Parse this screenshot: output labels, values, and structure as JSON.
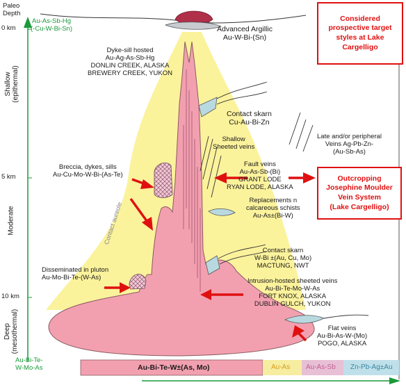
{
  "axis": {
    "paleo_depth": "Paleo\nDepth",
    "top_elements": "Au-As-Sb-Hg\n(-Cu-W-Bi-Sn)",
    "bottom_elements": "Au-Bi-Te-\nW-Mo-As",
    "depth_ticks": [
      "0 km",
      "5 km",
      "10 km"
    ],
    "zones": [
      "Shallow\n(epithermal)",
      "Moderate",
      "Deep\n(mesothermal)"
    ]
  },
  "callouts": {
    "considered": "Considered\nprospective target\nstyles at Lake\nCargelligo",
    "outcropping": "Outcropping\nJosephine Moulder\nVein System\n(Lake Cargelligo)"
  },
  "labels": {
    "advanced_argillic": "Advanced Argillic\nAu-W-Bi-(Sn)",
    "dyke_sill": "Dyke-sill hosted\nAu-Ag-As-Sb-Hg\nDONLIN CREEK, ALASKA\nBREWERY CREEK, YUKON",
    "contact_skarn_1": "Contact skarn\nCu-Au-Bi-Zn",
    "shallow_sheeted": "Shallow\nSheeted veins",
    "late_peripheral": "Late and/or peripheral\nVeins Ag-Pb-Zn-\n(Au-Sb-As)",
    "breccia": "Breccia, dykes, sills\nAu-Cu-Mo-W-Bi-(As-Te)",
    "fault_veins": "Fault veins\nAu-As-Sb-(Bi)\nGRANT LODE\nRYAN LODE, ALASKA",
    "contact_aureole": "Contact aureole",
    "replacements": "Replacements n\ncalcareous schists\nAu-As±(Bi-W)",
    "contact_skarn_2": "Contact skarn\nW-Bi ±(Au, Cu, Mo)\nMACTUNG, NWT",
    "disseminated": "Disseminated in pluton\nAu-Mo-Bi-Te-(W-As)",
    "intrusion_hosted": "Intrusion-hosted sheeted veins\nAu-Bi-Te-Mo-W-As\nFORT KNOX, ALASKA\nDUBLIN GULCH, YUKON",
    "flat_veins": "Flat veins\nAu-Bi-As-W-(Mo)\nPOGO, ALASKA"
  },
  "legend": {
    "pink_bar": "Au-Bi-Te-W±(As, Mo)",
    "au_as": "Au-As",
    "au_as_sb": "Au-As-Sb",
    "zn_pb": "Zn-Pb-Ag±Au"
  },
  "colors": {
    "pluton": "#f2a0b0",
    "pluton_edge": "#8a5a60",
    "aureole": "#fbf29c",
    "arrow_red": "#e01010",
    "axis_green": "#1a9a3a",
    "argillic": "#b0304a",
    "skarn": "#b9d9e0",
    "legend_yellow": "#f7eda0",
    "legend_pink": "#e8c0d6",
    "legend_blue": "#bfe0ea"
  }
}
